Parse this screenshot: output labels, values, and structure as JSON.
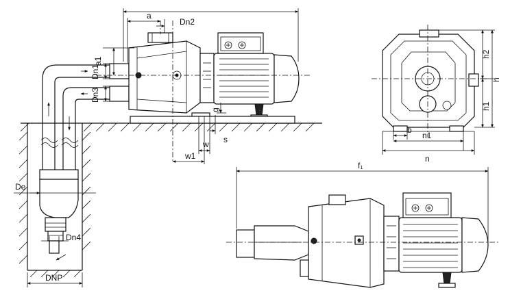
{
  "labels": {
    "a": "a",
    "dn2": "Dn2",
    "a1": "a1",
    "dn1": "Dn1",
    "dn3": "Dn3",
    "g": "g",
    "s": "s",
    "w": "w",
    "w1": "w1",
    "de": "De",
    "dn4": "Dn4",
    "dnp": "DNP",
    "h2": "h2",
    "h": "h",
    "h1": "h1",
    "b": "b",
    "n1": "n1",
    "n": "n",
    "f1": "f₁"
  },
  "colors": {
    "line": "#111111",
    "background": "#ffffff"
  }
}
